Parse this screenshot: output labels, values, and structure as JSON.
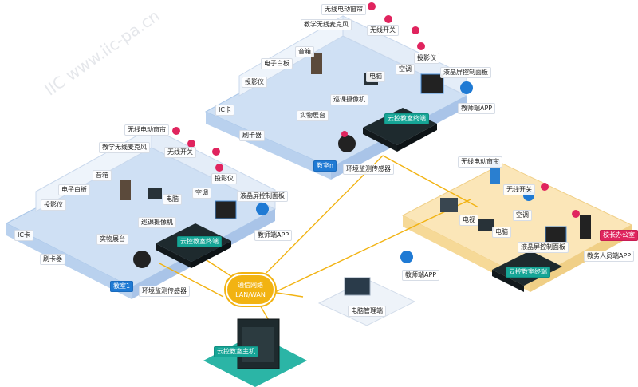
{
  "colors": {
    "floor": "#cfe0f4",
    "floor_edge": "#a9c6e8",
    "wall": "#eef4fb",
    "office_floor": "#fbe6b8",
    "office_edge": "#f0cf86",
    "link": "#f2b312",
    "teal": "#16a596",
    "terminal": "#1e2a2e"
  },
  "network": {
    "line1": "通信网络",
    "line2": "LAN/WAN"
  },
  "room_n": {
    "tag": "教室n",
    "wireless_curtain": "无线电动窗帘",
    "wireless_mic": "教学无线麦克风",
    "wireless_switch": "无线开关",
    "speaker": "音箱",
    "projector": "投影仪",
    "ebb": "电子白板",
    "air_cond": "空调",
    "proj_device": "投影仪",
    "computer": "电脑",
    "camera": "巡课摄像机",
    "lcd_panel": "液晶屏控制面板",
    "podium": "实物展台",
    "ic_card": "IC卡",
    "card_reader": "刷卡器",
    "terminal": "云控教室终端",
    "teacher_app": "教师端APP",
    "env_sensor": "环境监测传感器"
  },
  "room_1": {
    "tag": "教室1",
    "wireless_curtain": "无线电动窗帘",
    "wireless_mic": "教学无线麦克风",
    "wireless_switch": "无线开关",
    "speaker": "音箱",
    "ebb": "电子白板",
    "projector": "投影仪",
    "air_cond": "空调",
    "proj_device": "投影仪",
    "computer": "电脑",
    "camera": "巡课摄像机",
    "lcd_panel": "液晶屏控制面板",
    "podium": "实物展台",
    "ic_card": "IC卡",
    "card_reader": "刷卡器",
    "terminal": "云控教室终端",
    "teacher_app": "教师端APP",
    "env_sensor": "环境监测传感器"
  },
  "office": {
    "tag": "校长办公室",
    "wireless_curtain": "无线电动窗帘",
    "wireless_switch": "无线开关",
    "air_cond": "空调",
    "tv": "电视",
    "computer": "电脑",
    "lcd_panel": "液晶屏控制面板",
    "terminal": "云控教室终端",
    "staff_app": "教务人员端APP"
  },
  "center": {
    "teacher_app": "教师端APP",
    "pc_mgmt": "电脑管理端",
    "host": "云控教室主机"
  },
  "watermark": "IIC www.iic-pa.cn"
}
